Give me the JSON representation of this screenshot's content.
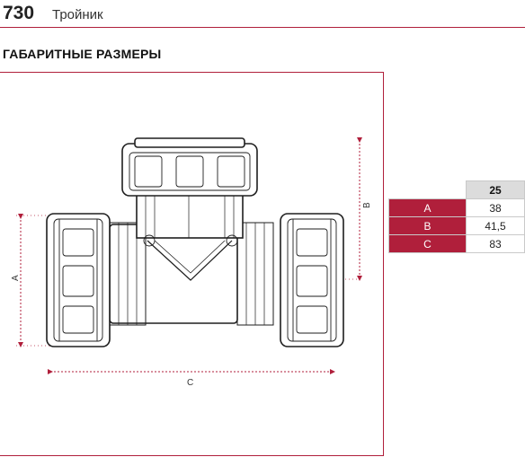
{
  "header": {
    "code": "730",
    "title": "Тройник"
  },
  "section_title": "ГАБАРИТНЫЕ РАЗМЕРЫ",
  "drawing": {
    "dim_a": "A",
    "dim_b": "B",
    "dim_c": "C"
  },
  "dimension_table": {
    "size": "25",
    "rows": [
      {
        "label": "A",
        "value": "38"
      },
      {
        "label": "B",
        "value": "41,5"
      },
      {
        "label": "C",
        "value": "83"
      }
    ]
  },
  "colors": {
    "accent": "#b01f3b",
    "header_gray": "#dcdcdc"
  }
}
